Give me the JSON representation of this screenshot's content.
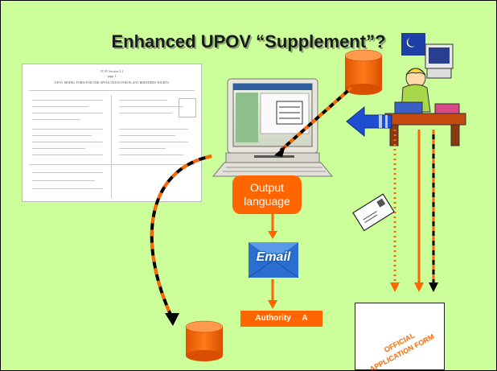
{
  "title": "Enhanced UPOV “Supplement”?",
  "output_label": [
    "Output",
    "language"
  ],
  "email_label": "Email",
  "authority_label": "Authority     A",
  "official_form_text": [
    "OFFICIAL",
    "APPLICATION FORM"
  ],
  "form_document": {
    "title_lines": [
      "TC/P/  Section 2.1",
      "page 1",
      "UPOV MODEL FORM FOR THE APPLICATION FOR PLANT BREEDERS' RIGHTS"
    ]
  },
  "colors": {
    "background": "#ccff99",
    "accent": "#ff6600",
    "arrow_blue": "#1f4fd0"
  }
}
